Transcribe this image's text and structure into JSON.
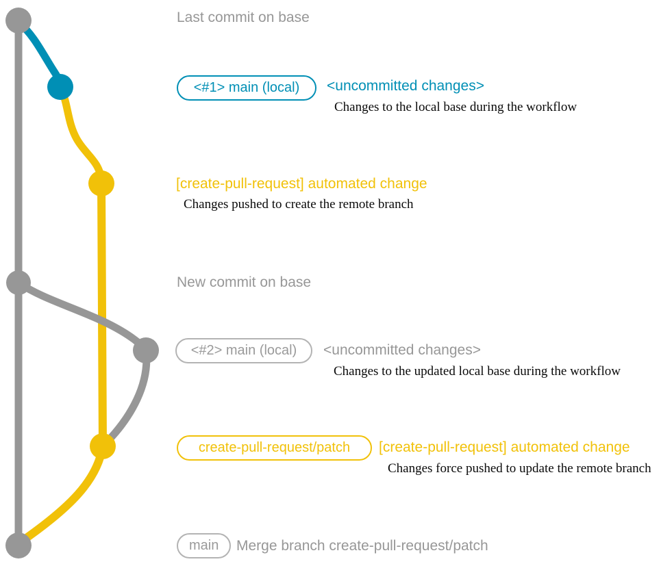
{
  "colors": {
    "base": "#979797",
    "local": "#008fb5",
    "patch": "#f1c109"
  },
  "captions": {
    "last_commit": "Last commit on base",
    "new_commit": "New commit on base",
    "merge_message": "Merge branch create-pull-request/patch"
  },
  "labels": {
    "main_local_1": "<#1> main (local)",
    "main_local_2": "<#2> main (local)",
    "patch_branch": "create-pull-request/patch",
    "main": "main"
  },
  "messages": {
    "uncommitted_1": "<uncommitted changes>",
    "uncommitted_1_note": "Changes to the local base during the workflow",
    "automated_1": "[create-pull-request] automated change",
    "automated_1_note": "Changes pushed to create the remote branch",
    "uncommitted_2": "<uncommitted changes>",
    "uncommitted_2_note": "Changes to the updated local base during the workflow",
    "automated_2": "[create-pull-request] automated change",
    "automated_2_note": "Changes force pushed to update the remote branch"
  },
  "graph": {
    "branches": [
      {
        "name": "base",
        "color": "#979797"
      },
      {
        "name": "main (local)",
        "color": "#008fb5"
      },
      {
        "name": "create-pull-request/patch",
        "color": "#f1c109"
      }
    ],
    "commits": [
      {
        "id": "base-last-commit",
        "color": "#979797"
      },
      {
        "id": "local-uncommitted-1",
        "color": "#008fb5"
      },
      {
        "id": "patch-automated-1",
        "color": "#f1c109"
      },
      {
        "id": "base-new-commit",
        "color": "#979797"
      },
      {
        "id": "local-uncommitted-2",
        "color": "#979797"
      },
      {
        "id": "patch-automated-2",
        "color": "#f1c109"
      },
      {
        "id": "main-merge-commit",
        "color": "#979797"
      }
    ]
  }
}
